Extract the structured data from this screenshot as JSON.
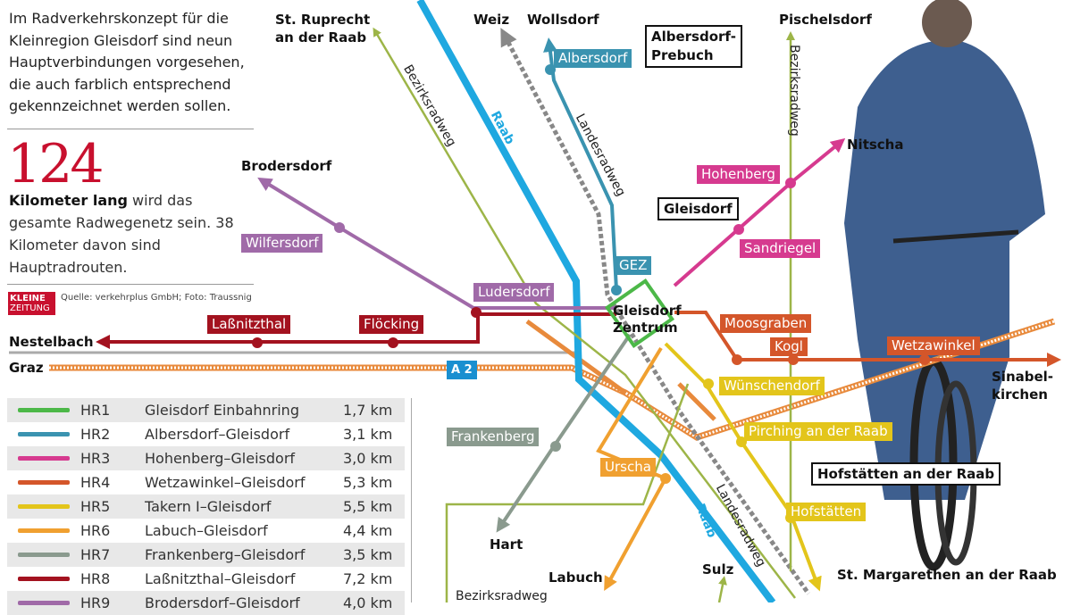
{
  "intro": "Im Radverkehrskonzept für die Kleinregion Gleisdorf sind neun Hauptverbindungen vorgesehen, die auch farblich entsprechend gekennzeichnet werden sollen.",
  "stat": {
    "number": "124",
    "bold": "Kilometer lang",
    "rest": " wird das gesamte Radwegenetz sein. 38 Kilometer davon sind Hauptradrouten."
  },
  "logo": {
    "line1": "KLEINE",
    "line2": "ZEITUNG"
  },
  "source": "Quelle: verkehrplus GmbH; Foto: Traussnig",
  "legend": [
    {
      "code": "HR1",
      "name": "Gleisdorf Einbahnring",
      "length": "1,7 km",
      "color": "#4cb848"
    },
    {
      "code": "HR2",
      "name": "Albersdorf–Gleisdorf",
      "length": "3,1 km",
      "color": "#3a93b0"
    },
    {
      "code": "HR3",
      "name": "Hohenberg–Gleisdorf",
      "length": "3,0 km",
      "color": "#d63a8f"
    },
    {
      "code": "HR4",
      "name": "Wetzawinkel–Gleisdorf",
      "length": "5,3 km",
      "color": "#d4562a"
    },
    {
      "code": "HR5",
      "name": "Takern I–Gleisdorf",
      "length": "5,5 km",
      "color": "#e3c51b"
    },
    {
      "code": "HR6",
      "name": "Labuch–Gleisdorf",
      "length": "4,4 km",
      "color": "#f0a030"
    },
    {
      "code": "HR7",
      "name": "Frankenberg–Gleisdorf",
      "length": "3,5 km",
      "color": "#8a9a8e"
    },
    {
      "code": "HR8",
      "name": "Laßnitzthal–Gleisdorf",
      "length": "7,2 km",
      "color": "#a3121f"
    },
    {
      "code": "HR9",
      "name": "Brodersdorf–Gleisdorf",
      "length": "4,0 km",
      "color": "#a06aa8"
    }
  ],
  "places": {
    "ruprecht1": "St. Ruprecht",
    "ruprecht2": "an der Raab",
    "weiz": "Weiz",
    "wollsdorf": "Wollsdorf",
    "albpre1": "Albersdorf-",
    "albpre2": "Prebuch",
    "pischelsdorf": "Pischelsdorf",
    "nitscha": "Nitscha",
    "brodersdorf": "Brodersdorf",
    "gleisdorf": "Gleisdorf",
    "zentrum1": "Gleisdorf",
    "zentrum2": "Zentrum",
    "nestelbach": "Nestelbach",
    "graz": "Graz",
    "sinabel1": "Sinabel-",
    "sinabel2": "kirchen",
    "hofstaettenRaab": "Hofstätten an der Raab",
    "hart": "Hart",
    "labuch": "Labuch",
    "sulz": "Sulz",
    "margarethen": "St. Margarethen an der Raab"
  },
  "stops": {
    "albersdorf": "Albersdorf",
    "gez": "GEZ",
    "hohenberg": "Hohenberg",
    "sandriegel": "Sandriegel",
    "wilfersdorf": "Wilfersdorf",
    "ludersdorf": "Ludersdorf",
    "lassnitzthal": "Laßnitzthal",
    "floecking": "Flöcking",
    "moosgraben": "Moosgraben",
    "kogl": "Kogl",
    "wetzawinkel": "Wetzawinkel",
    "wuenschendorf": "Wünschendorf",
    "pirching": "Pirching an der Raab",
    "frankenberg": "Frankenberg",
    "urscha": "Urscha",
    "hofstaetten": "Hofstätten"
  },
  "ways": {
    "bezirks": "Bezirksradweg",
    "landes": "Landesradweg",
    "raab": "Raab",
    "a2": "A 2"
  }
}
